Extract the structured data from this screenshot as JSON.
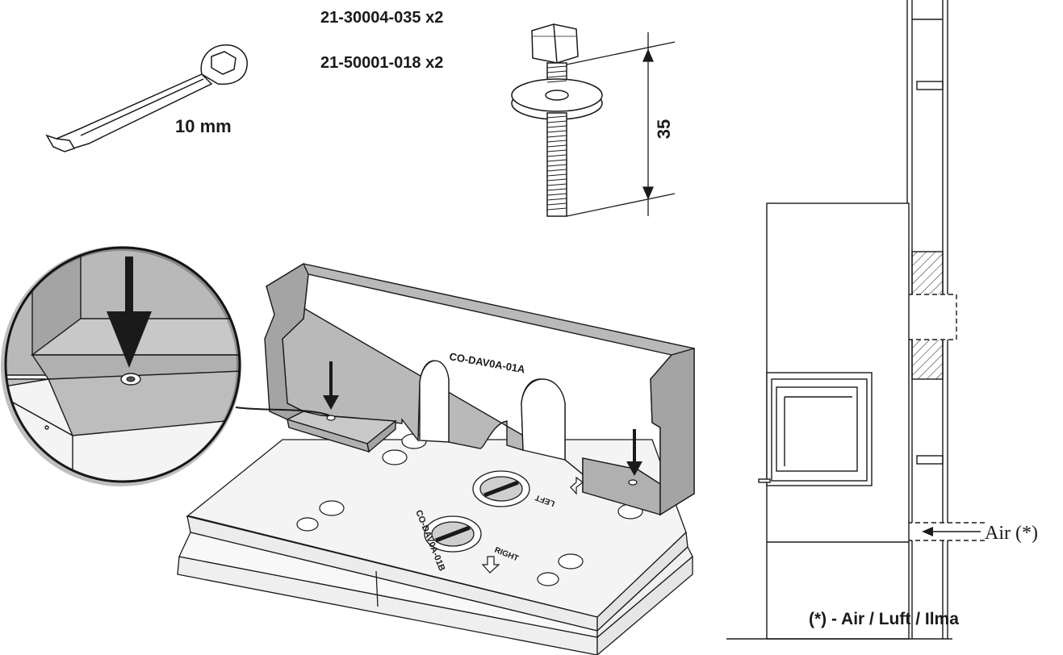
{
  "parts": {
    "part_1": "21-30004-035 x2",
    "part_2": "21-50001-018 x2"
  },
  "tool": {
    "wrench_size": "10 mm"
  },
  "bolt": {
    "length": "35"
  },
  "component": {
    "plate_label": "CO-DAV0A-01A",
    "base_label": "CO-DAV0A-01B",
    "left_marker": "LEFT",
    "right_marker": "RIGHT"
  },
  "section": {
    "air_label": "Air (*)",
    "footnote": "(*) - Air / Luft / Ilma"
  },
  "colors": {
    "line": "#1a1a1a",
    "plate_fill": "#b9b9b9",
    "plate_shadow": "#a4a4a4",
    "base_fill": "#f4f4f4",
    "circle_fill": "#c8c8c8"
  }
}
